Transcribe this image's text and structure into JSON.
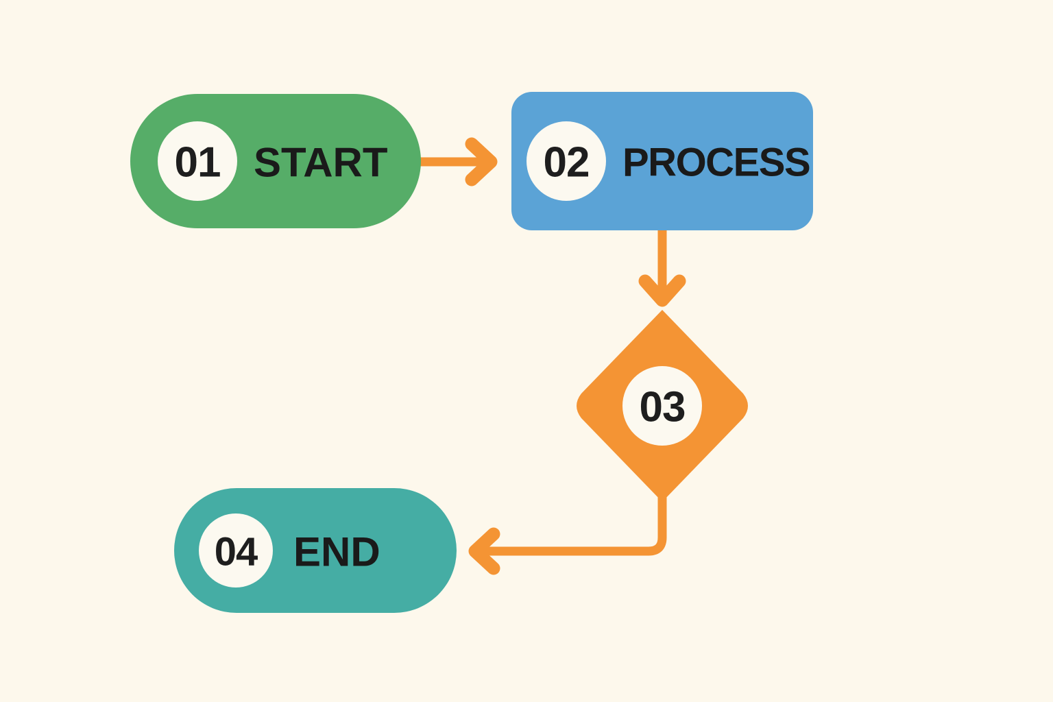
{
  "diagram": {
    "type": "flowchart",
    "background_color": "#FDF8EC",
    "accent_color": "#F49434",
    "nodes": [
      {
        "id": "start",
        "number": "01",
        "label": "START",
        "shape": "pill",
        "color": "#56AD68",
        "badge_color": "#FCF9F0"
      },
      {
        "id": "process",
        "number": "02",
        "label": "PROCESS",
        "shape": "rounded-rect",
        "color": "#5BA3D6",
        "badge_color": "#FCF9F0"
      },
      {
        "id": "decision",
        "number": "03",
        "label": "",
        "shape": "diamond",
        "color": "#F49434",
        "badge_color": "#FCF9F0"
      },
      {
        "id": "end",
        "number": "04",
        "label": "END",
        "shape": "pill",
        "color": "#45ADA4",
        "badge_color": "#FCF9F0"
      }
    ],
    "connectors": [
      {
        "id": "start-to-process",
        "from": "start",
        "to": "process",
        "direction": "right",
        "color": "#F49434"
      },
      {
        "id": "process-to-decision",
        "from": "process",
        "to": "decision",
        "direction": "down",
        "color": "#F49434"
      },
      {
        "id": "decision-to-end",
        "from": "decision",
        "to": "end",
        "direction": "left",
        "color": "#F49434"
      }
    ]
  }
}
